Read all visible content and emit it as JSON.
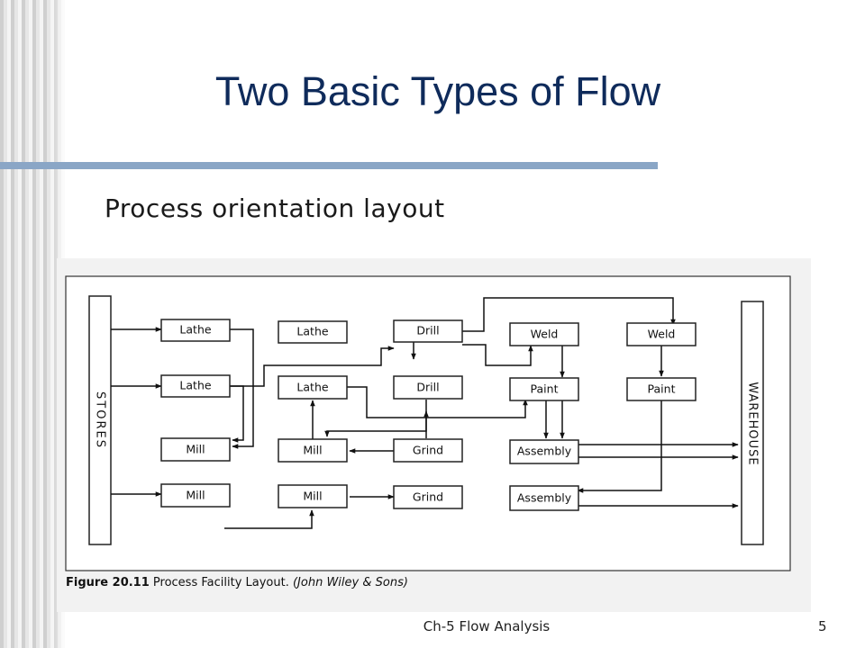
{
  "slide": {
    "title": "Two Basic Types of Flow",
    "subtitle": "Process orientation layout"
  },
  "figure": {
    "caption_label": "Figure 20.11",
    "caption_text": " Process Facility Layout.  ",
    "caption_source": "(John Wiley & Sons)",
    "stores_label": "STORES",
    "warehouse_label": "WAREHOUSE",
    "stations": {
      "lathe_1": "Lathe",
      "lathe_2": "Lathe",
      "lathe_3": "Lathe",
      "lathe_4": "Lathe",
      "mill_1": "Mill",
      "mill_2": "Mill",
      "mill_3": "Mill",
      "mill_4": "Mill",
      "drill_1": "Drill",
      "drill_2": "Drill",
      "grind_1": "Grind",
      "grind_2": "Grind",
      "weld_1": "Weld",
      "weld_2": "Weld",
      "paint_1": "Paint",
      "paint_2": "Paint",
      "assembly_1": "Assembly",
      "assembly_2": "Assembly"
    }
  },
  "footer": {
    "center": "Ch-5 Flow Analysis",
    "page": "5"
  }
}
